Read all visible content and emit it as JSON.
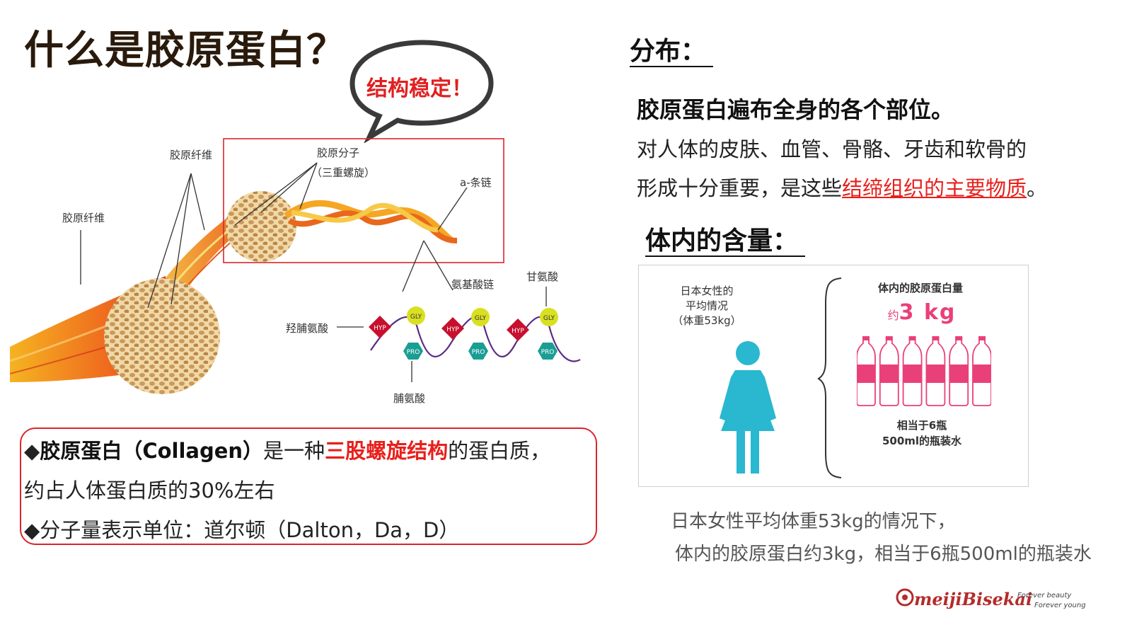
{
  "title": "什么是胶原蛋白？",
  "bubble_text": "结构稳定！",
  "diagram": {
    "labels": {
      "fiber_top": "胶原纤维",
      "fiber_left": "胶原纤维",
      "molecule": "胶原分子",
      "triple_helix": "（三重螺旋）",
      "alpha_chain": "a-条链",
      "amino_chain": "氨基酸链",
      "glycine": "甘氨酸",
      "hydroxyproline": "羟脯氨酸",
      "proline": "脯氨酸"
    },
    "node_tags": {
      "hyp": "HYP",
      "gly": "GLY",
      "pro": "PRO"
    },
    "colors": {
      "hyp": "#c8102e",
      "gly": "#d9e021",
      "pro": "#1a9e94",
      "highlight_box": "#d8262c"
    }
  },
  "info": {
    "line1": {
      "bullet": "◆",
      "bold": "胶原蛋白（Collagen）",
      "plain1": "是一种",
      "red": "三股螺旋结构",
      "plain2": "的蛋白质，"
    },
    "line2": "约占人体蛋白质的30%左右",
    "line3": "◆分子量表示单位：道尔顿（Dalton，Da，D）"
  },
  "distribution": {
    "heading": "分布：",
    "bold": "胶原蛋白遍布全身的各个部位。",
    "line1": "对人体的皮肤、血管、骨骼、牙齿和软骨的",
    "line2_plain": "形成十分重要，是这些",
    "line2_red": "结缔组织的主要物质",
    "line2_end": "。"
  },
  "content": {
    "heading": "体内的含量："
  },
  "panel": {
    "left_l1": "日本女性的",
    "left_l2": "平均情况",
    "left_l3": "（体重53kg）",
    "right_title": "体内的胶原蛋白量",
    "approx": "约",
    "amount": "3 kg",
    "eq_l1": "相当于6瓶",
    "eq_l2": "500ml的瓶装水",
    "bottle_count": 6,
    "colors": {
      "figure": "#2ab7d0",
      "bottle": "#e9407a"
    }
  },
  "caption": {
    "line1": "日本女性平均体重53kg的情况下，",
    "line2": "体内的胶原蛋白约3kg，相当于6瓶500ml的瓶装水"
  },
  "logo": {
    "name": "meijiBisekai",
    "tagline1": "Forever beauty",
    "tagline2": "Forever young"
  }
}
